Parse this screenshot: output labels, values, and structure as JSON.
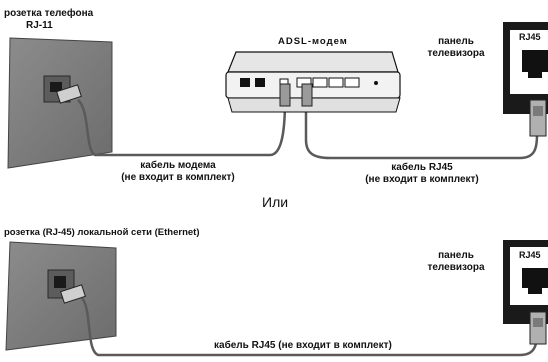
{
  "top": {
    "outlet_label_line1": "розетка телефона",
    "outlet_label_line2": "RJ-11",
    "modem_label": "ADSL-модем",
    "tv_panel_line1": "панель",
    "tv_panel_line2": "телевизора",
    "tv_port_label": "RJ45",
    "modem_cable_line1": "кабель модема",
    "modem_cable_line2": "(не входит в комплект)",
    "rj45_cable_line1": "кабель RJ45",
    "rj45_cable_line2": "(не входит в комплект)"
  },
  "separator_text": "Или",
  "bottom": {
    "outlet_label": "розетка (RJ-45) локальной сети (Ethernet)",
    "tv_panel_line1": "панель",
    "tv_panel_line2": "телевизора",
    "tv_port_label": "RJ45",
    "cable_label": "кабель RJ45 (не входит в комплект)"
  },
  "colors": {
    "wall": "#7a7a7a",
    "wall_light": "#9a9a9a",
    "cable": "#5a5a5a",
    "modem_body": "#f2f2f2",
    "outline": "#111111",
    "connector": "#9a9a9a"
  }
}
